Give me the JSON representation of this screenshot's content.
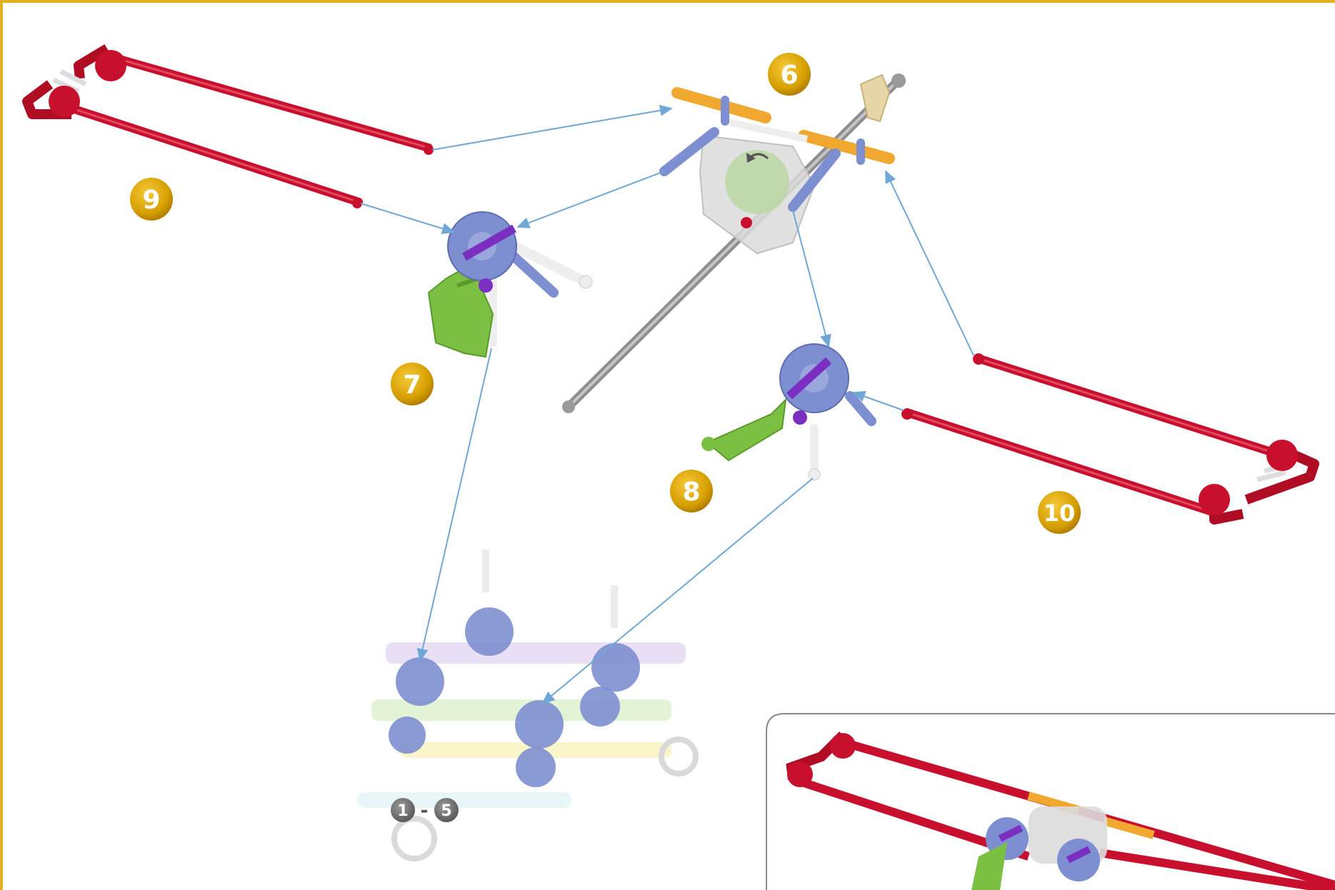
{
  "colors": {
    "frame": "#e0b020",
    "badge": "#d8a000",
    "badge_dark": "#b07e00",
    "grey_badge": "#6e6e6e",
    "arrow": "#6fa8d6",
    "rod_red": "#c8102e",
    "rod_orange": "#f0a830",
    "connector_blue": "#7d8fd0",
    "connector_purple": "#7a2fc0",
    "connector_green": "#7cc043",
    "axle_grey": "#9a9a9a"
  },
  "steps": {
    "step6": "6",
    "step7": "7",
    "step8": "8",
    "step9": "9",
    "step10": "10"
  },
  "previous_steps": {
    "from": "1",
    "separator": "-",
    "to": "5"
  },
  "icons": {
    "rotation": "rotate-arrow-icon"
  }
}
